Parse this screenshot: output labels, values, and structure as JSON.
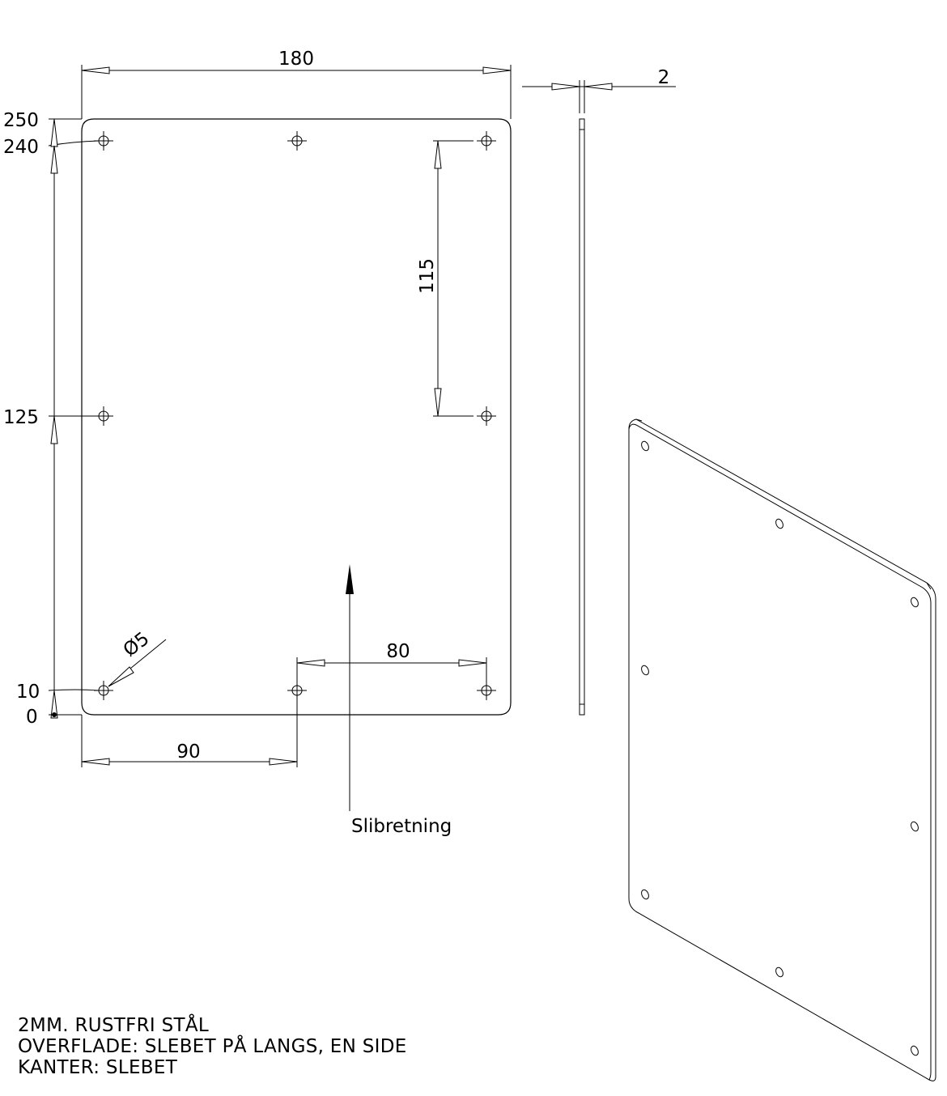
{
  "drawing": {
    "dimensions": {
      "width": "180",
      "thickness": "2",
      "hole_spacing_vertical": "115",
      "hole_spacing_horizontal": "80",
      "hole_offset_horizontal": "90",
      "hole_diameter": "Ø5"
    },
    "ordinates": [
      "250",
      "240",
      "125",
      "10",
      "0"
    ],
    "grain_direction_label": "Slibretning"
  },
  "notes": [
    "2MM. RUSTFRI STÅL",
    "OVERFLADE: SLEBET PÅ LANGS, EN SIDE",
    "KANTER: SLEBET"
  ]
}
